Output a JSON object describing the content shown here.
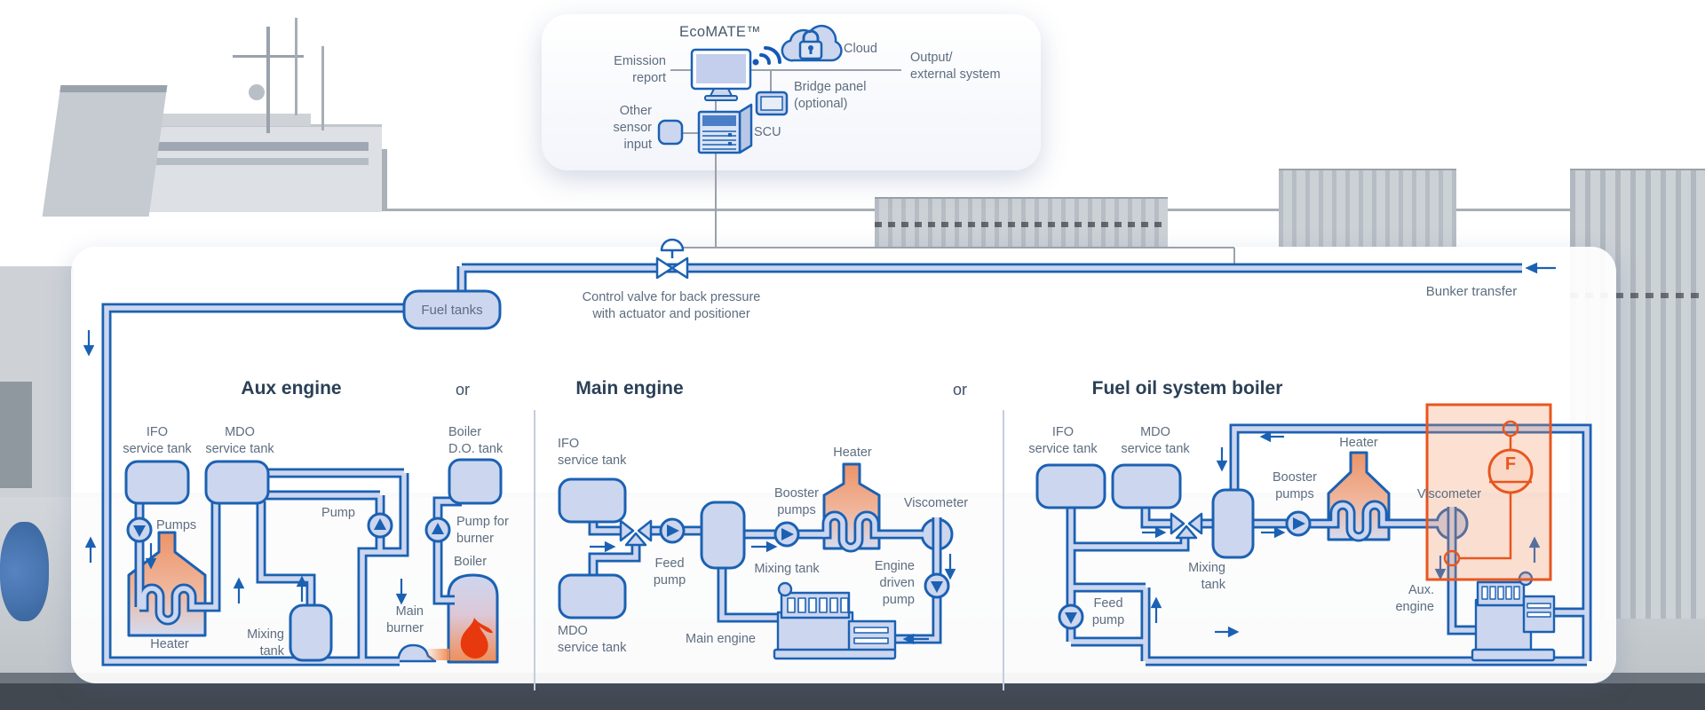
{
  "colors": {
    "pipe": "#1b61b3",
    "pipe_fill": "#ccd6ee",
    "label": "#5e6d80",
    "header": "#2b4056",
    "highlight": "#e8561e"
  },
  "top_panel": {
    "title": "EcoMATE™",
    "emission_report": "Emission\nreport",
    "cloud": "Cloud",
    "output_external": "Output/\nexternal system",
    "bridge_panel": "Bridge panel\n(optional)",
    "scu": "SCU",
    "other_sensor": "Other\nsensor\ninput"
  },
  "pipeline": {
    "fuel_tanks": "Fuel tanks",
    "control_valve": "Control valve for back pressure\nwith actuator and positioner",
    "bunker_transfer": "Bunker transfer"
  },
  "sections": {
    "aux": {
      "title": "Aux engine",
      "ifo": "IFO\nservice tank",
      "mdo": "MDO\nservice tank",
      "pumps": "Pumps",
      "pump": "Pump",
      "boiler_do": "Boiler\nD.O. tank",
      "pump_burner": "Pump for\nburner",
      "boiler": "Boiler",
      "heater": "Heater",
      "mixing": "Mixing\ntank",
      "main_burner": "Main\nburner"
    },
    "or_1": "or",
    "main": {
      "title": "Main engine",
      "ifo": "IFO\nservice tank",
      "mdo": "MDO\nservice tank",
      "feed": "Feed\npump",
      "booster": "Booster\npumps",
      "heater": "Heater",
      "viscometer": "Viscometer",
      "mixing": "Mixing tank",
      "engine_driven_pump": "Engine\ndriven\npump",
      "engine": "Main engine"
    },
    "or_2": "or",
    "boiler": {
      "title": "Fuel oil system boiler",
      "ifo": "IFO\nserv­ice tank",
      "mdo": "MDO\nservice tank",
      "feed": "Feed\npump",
      "booster": "Booster\npumps",
      "heater": "Heater",
      "viscometer": "Viscometer",
      "mixing": "Mixing\ntank",
      "aux_engine": "Aux.\nengine",
      "flow_meter": "F"
    }
  }
}
